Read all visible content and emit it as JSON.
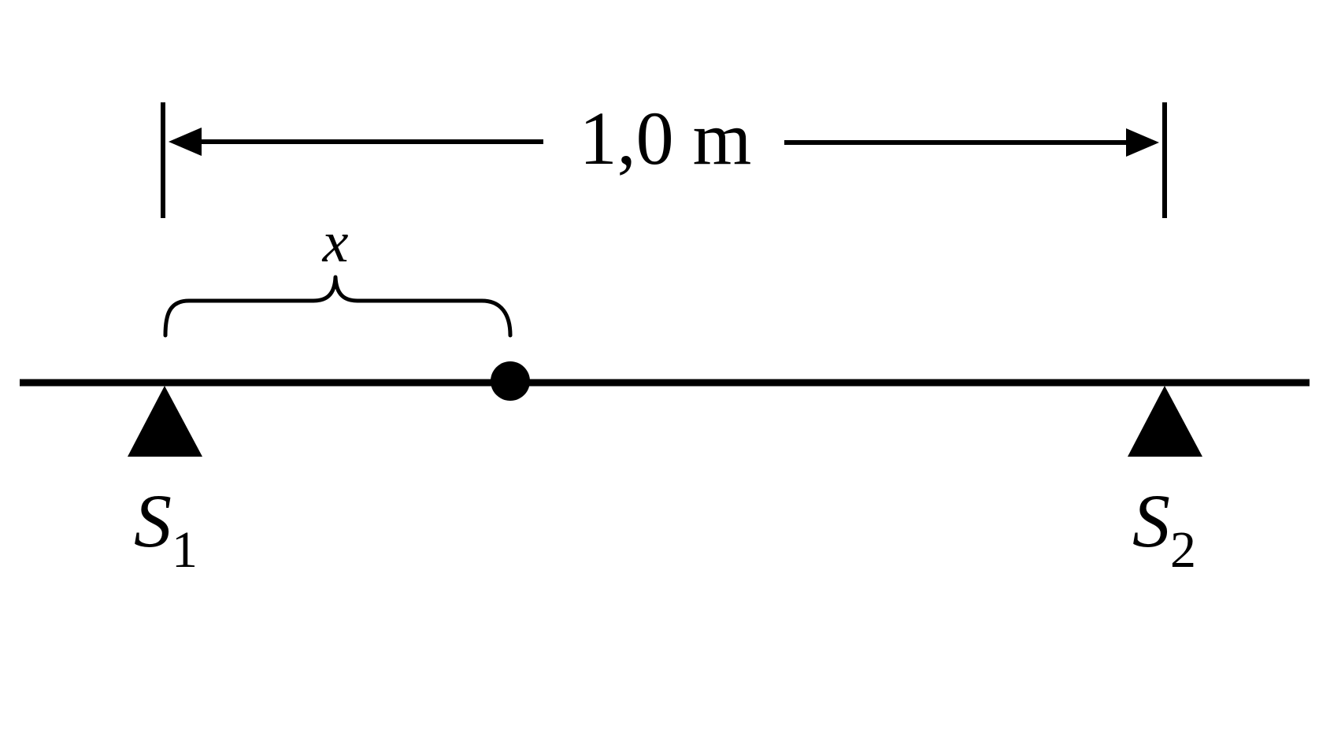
{
  "diagram": {
    "length_label": "1,0 m",
    "distance_label": "x",
    "support_left": {
      "letter": "S",
      "subscript": "1"
    },
    "support_right": {
      "letter": "S",
      "subscript": "2"
    }
  },
  "colors": {
    "ink": "#000000",
    "background": "#ffffff"
  }
}
